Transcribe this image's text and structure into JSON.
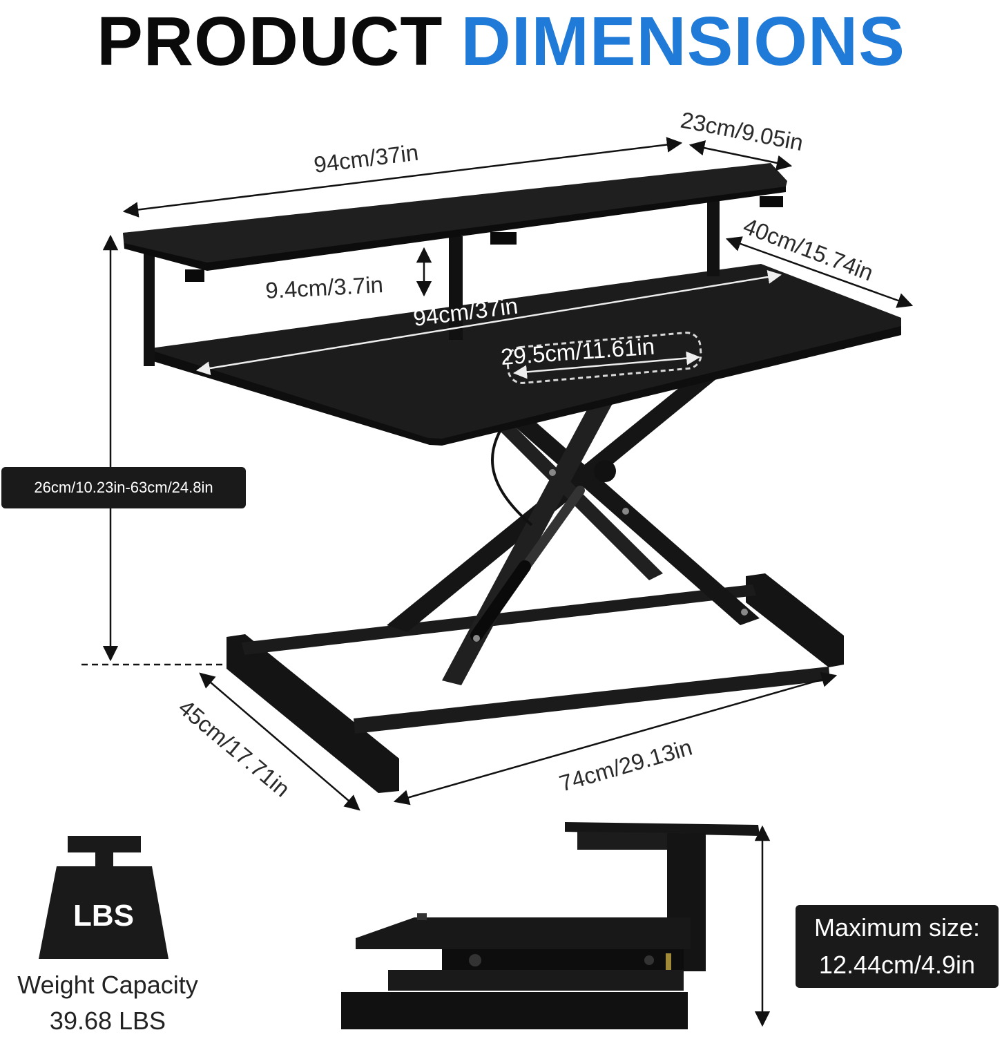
{
  "title": {
    "word1": "PRODUCT",
    "word2": "DIMENSIONS"
  },
  "colors": {
    "accent": "#1f7ad8",
    "ink": "#0a0a0a",
    "badge": "#1a1a1a"
  },
  "dimensions": {
    "top_width": "94cm/37in",
    "top_depth": "23cm/9.05in",
    "riser_height": "9.4cm/3.7in",
    "main_width": "94cm/37in",
    "main_depth": "40cm/15.74in",
    "cutout_width": "29.5cm/11.61in",
    "height_range": "26cm/10.23in-63cm/24.8in",
    "base_depth": "45cm/17.71in",
    "base_width": "74cm/29.13in"
  },
  "weight": {
    "icon_label": "LBS",
    "line1": "Weight Capacity",
    "line2": "39.68 LBS",
    "icon": "weight-icon"
  },
  "max_size": {
    "line1": "Maximum size:",
    "line2": "12.44cm/4.9in"
  }
}
